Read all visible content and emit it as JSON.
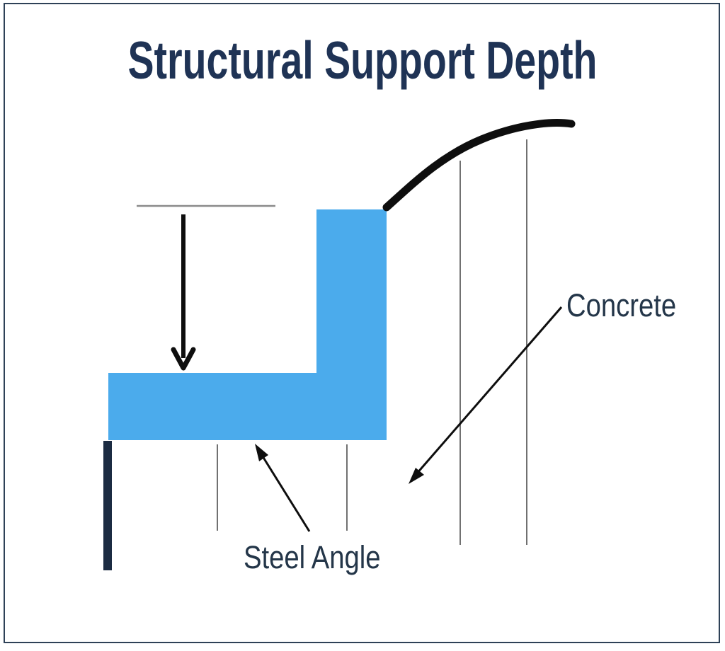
{
  "title": "Structural Support Depth",
  "labels": {
    "concrete": "Concrete",
    "steel_angle": "Steel Angle"
  },
  "colors": {
    "background": "#ffffff",
    "frame_border": "#2e4157",
    "title_text": "#1f3355",
    "label_text": "#243649",
    "steel_blue": "#4babec",
    "dark_navy_bar": "#1b2b42",
    "gray_line": "#8a8a8a",
    "thin_line": "#4d4d4d",
    "ink_black": "#0e0e0e"
  }
}
